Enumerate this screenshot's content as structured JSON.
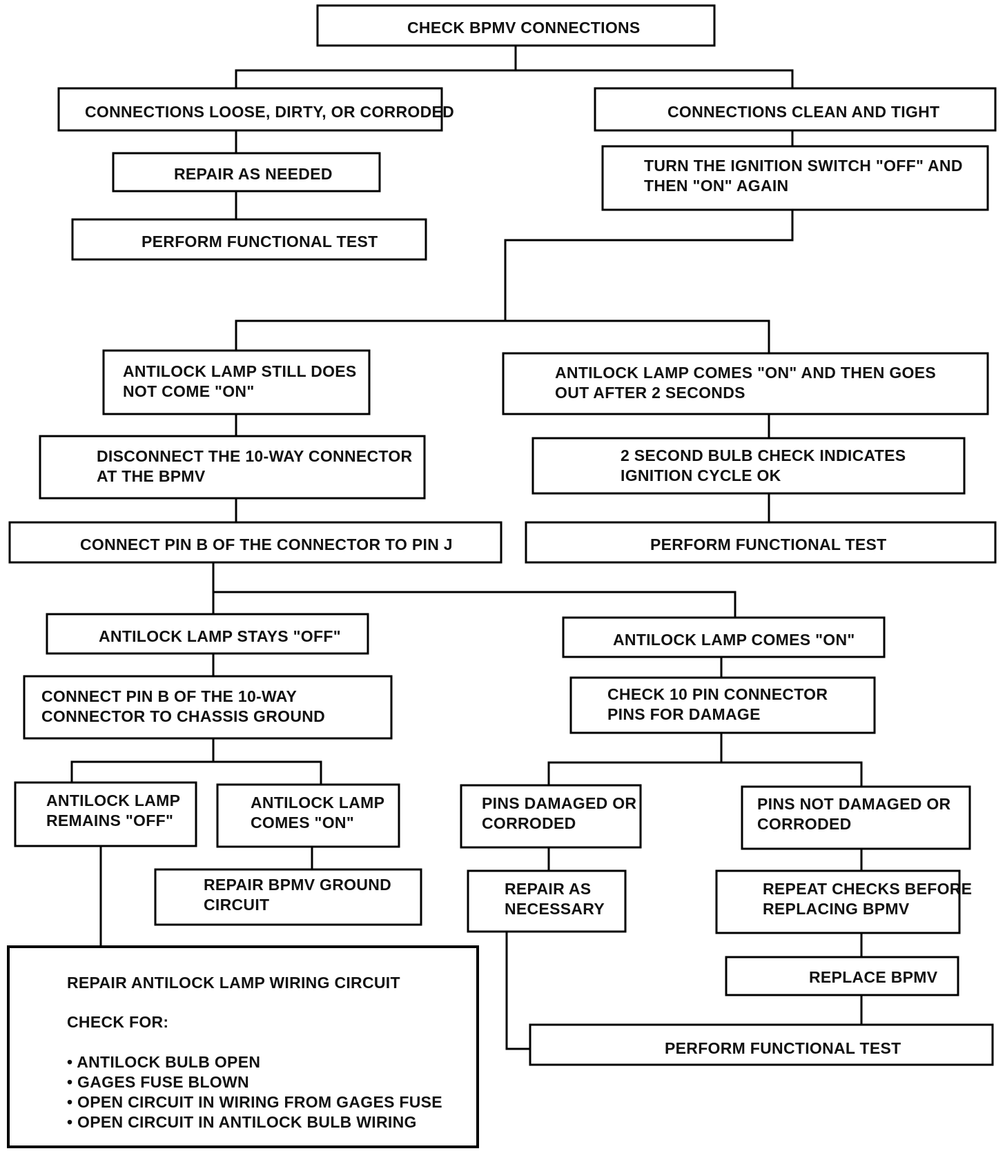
{
  "nodes": {
    "check_connections": [
      "CHECK BPMV CONNECTIONS"
    ],
    "loose": [
      "CONNECTIONS LOOSE, DIRTY, OR CORRODED"
    ],
    "repair_needed": [
      "REPAIR AS NEEDED"
    ],
    "functional_1": [
      "PERFORM FUNCTIONAL TEST"
    ],
    "clean_tight": [
      "CONNECTIONS CLEAN AND TIGHT"
    ],
    "ignition": [
      "TURN THE IGNITION SWITCH \"OFF\" AND",
      "THEN \"ON\" AGAIN"
    ],
    "lamp_not_on": [
      "ANTILOCK LAMP STILL DOES",
      "NOT COME \"ON\""
    ],
    "lamp_on_off": [
      "ANTILOCK LAMP COMES \"ON\" AND THEN GOES",
      "OUT AFTER 2 SECONDS"
    ],
    "disconnect": [
      "DISCONNECT THE 10-WAY CONNECTOR",
      "AT THE BPMV"
    ],
    "bulb_check": [
      "2 SECOND BULB CHECK INDICATES",
      "IGNITION CYCLE OK"
    ],
    "connect_pin_j": [
      "CONNECT PIN B OF THE CONNECTOR TO PIN J"
    ],
    "functional_2": [
      "PERFORM FUNCTIONAL TEST"
    ],
    "stays_off": [
      "ANTILOCK LAMP STAYS \"OFF\""
    ],
    "comes_on": [
      "ANTILOCK LAMP COMES \"ON\""
    ],
    "pin_ground": [
      "CONNECT PIN B OF THE 10-WAY",
      "CONNECTOR TO CHASSIS GROUND"
    ],
    "check_pins": [
      "CHECK 10 PIN CONNECTOR",
      "PINS FOR DAMAGE"
    ],
    "remains_off": [
      "ANTILOCK LAMP",
      "REMAINS \"OFF\""
    ],
    "ground_on": [
      "ANTILOCK LAMP",
      "COMES \"ON\""
    ],
    "pins_damaged": [
      "PINS DAMAGED OR",
      "CORRODED"
    ],
    "pins_ok": [
      "PINS NOT DAMAGED OR",
      "CORRODED"
    ],
    "repair_ground": [
      "REPAIR BPMV GROUND",
      "CIRCUIT"
    ],
    "repair_necessary": [
      "REPAIR AS",
      "NECESSARY"
    ],
    "repeat_checks": [
      "REPEAT CHECKS BEFORE",
      "REPLACING BPMV"
    ],
    "replace": [
      "REPLACE BPMV"
    ],
    "functional_3": [
      "PERFORM FUNCTIONAL TEST"
    ],
    "wiring": [
      "REPAIR ANTILOCK LAMP WIRING CIRCUIT",
      "CHECK FOR:",
      "• ANTILOCK BULB OPEN",
      "• GAGES FUSE BLOWN",
      "• OPEN CIRCUIT IN WIRING FROM GAGES FUSE",
      "• OPEN CIRCUIT IN ANTILOCK BULB WIRING"
    ]
  }
}
